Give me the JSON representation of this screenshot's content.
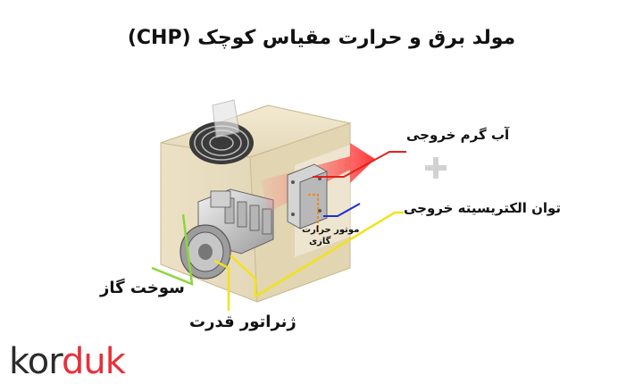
{
  "title": "مولد برق و حرارت مقیاس کوچک (CHP)",
  "labels": {
    "hot_water": "آب گرم خروجی",
    "electric_power": "توان الکتریسیته خروجی",
    "heat_exchanger_line1": "موتور حرارت",
    "heat_exchanger_line2": "گازی",
    "fuel_gas": "سوخت گاز",
    "generator": "ژنراتور قدرت"
  },
  "logo": {
    "part1": "kor",
    "part2": "duk"
  },
  "colors": {
    "hot_water_line": "#e2231a",
    "power_line": "#f2e21d",
    "fuel_line": "#8cd63a",
    "exhaust_line": "#1c2fd6",
    "accent_red": "#e8303b"
  }
}
